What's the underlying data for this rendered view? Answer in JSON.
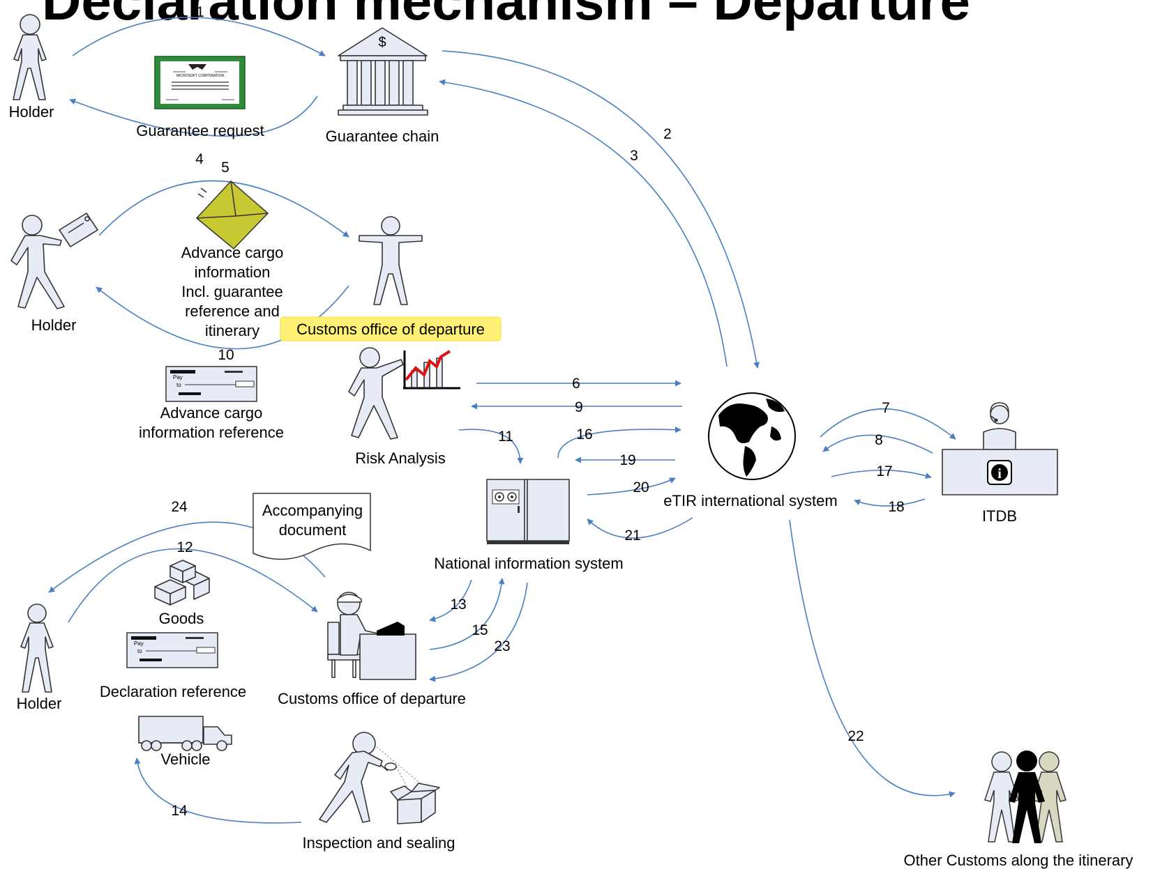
{
  "title": "Declaration mechanism – Departure",
  "colors": {
    "arrow": "#4a7fc1",
    "highlight": "#fff176",
    "certificate": "#2e8b3a",
    "envelope": "#c8c832",
    "chart_line": "#e01010"
  },
  "actors": {
    "holder_1": "Holder",
    "holder_2": "Holder",
    "holder_3": "Holder",
    "guarantee_chain": "Guarantee chain",
    "customs_highlight": "Customs office of departure",
    "risk_analysis": "Risk Analysis",
    "national_system": "National information system",
    "etir": "eTIR international system",
    "itdb": "ITDB",
    "customs_office": "Customs office of departure",
    "inspection": "Inspection and sealing",
    "other_customs": "Other Customs along the itinerary"
  },
  "documents": {
    "guarantee_request": "Guarantee request",
    "advance_cargo": [
      "Advance cargo",
      "information",
      "Incl. guarantee",
      "reference and",
      "itinerary"
    ],
    "advance_ref": [
      "Advance cargo",
      "information reference"
    ],
    "accompanying": [
      "Accompanying",
      "document"
    ],
    "goods": "Goods",
    "declaration_ref": "Declaration reference",
    "vehicle": "Vehicle"
  },
  "icons": {
    "certificate_org": "MICROSOFT CORPORATION",
    "cheque_pay": "Pay",
    "cheque_to": "to",
    "bank_symbol": "$",
    "info_symbol": "i"
  },
  "steps": [
    "1",
    "2",
    "3",
    "4",
    "5",
    "6",
    "7",
    "8",
    "9",
    "10",
    "11",
    "12",
    "13",
    "14",
    "15",
    "16",
    "17",
    "18",
    "19",
    "20",
    "21",
    "22",
    "23",
    "24"
  ]
}
